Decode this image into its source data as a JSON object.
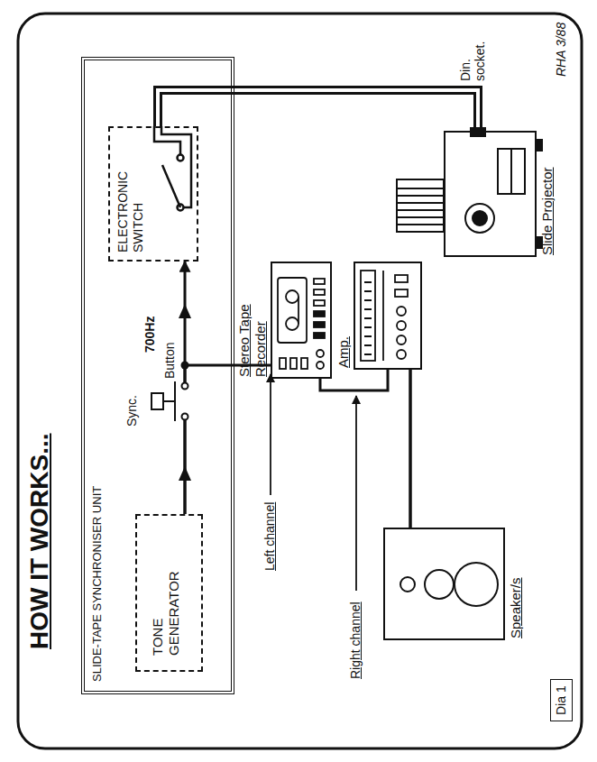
{
  "diagram": {
    "title": "HOW IT WORKS...",
    "nodes": [
      {
        "text": [
          "SLIDE-TAPE SYNCHRONISER UNIT"
        ]
      },
      {
        "text": [
          "TONE GENERATOR"
        ],
        "in": 0
      },
      {
        "text": [
          "ELECTRONIC SWITCH"
        ],
        "in": 0
      },
      {
        "text": [
          "Stereo Tape Recorder"
        ]
      },
      {
        "text": [
          "Amp."
        ]
      },
      {
        "text": [
          "Speaker/s"
        ]
      },
      {
        "text": [
          "Slide Projector"
        ]
      },
      {
        "text": [
          "Dia 1"
        ]
      }
    ],
    "edges": [
      {
        "from": 1,
        "to": 2,
        "arrow": "to",
        "label": "700Hz"
      },
      {
        "from": 1,
        "to": 3,
        "arrow": "none"
      },
      {
        "from": 3,
        "to": 4,
        "arrow": "none"
      },
      {
        "from": 4,
        "to": 5,
        "arrow": "none"
      },
      {
        "from": 2,
        "to": 6,
        "arrow": "none"
      }
    ],
    "labels": [
      "Sync.",
      "Button",
      "Left channel",
      "Right channel",
      "Din. socket.",
      "RHA 3/88"
    ]
  }
}
